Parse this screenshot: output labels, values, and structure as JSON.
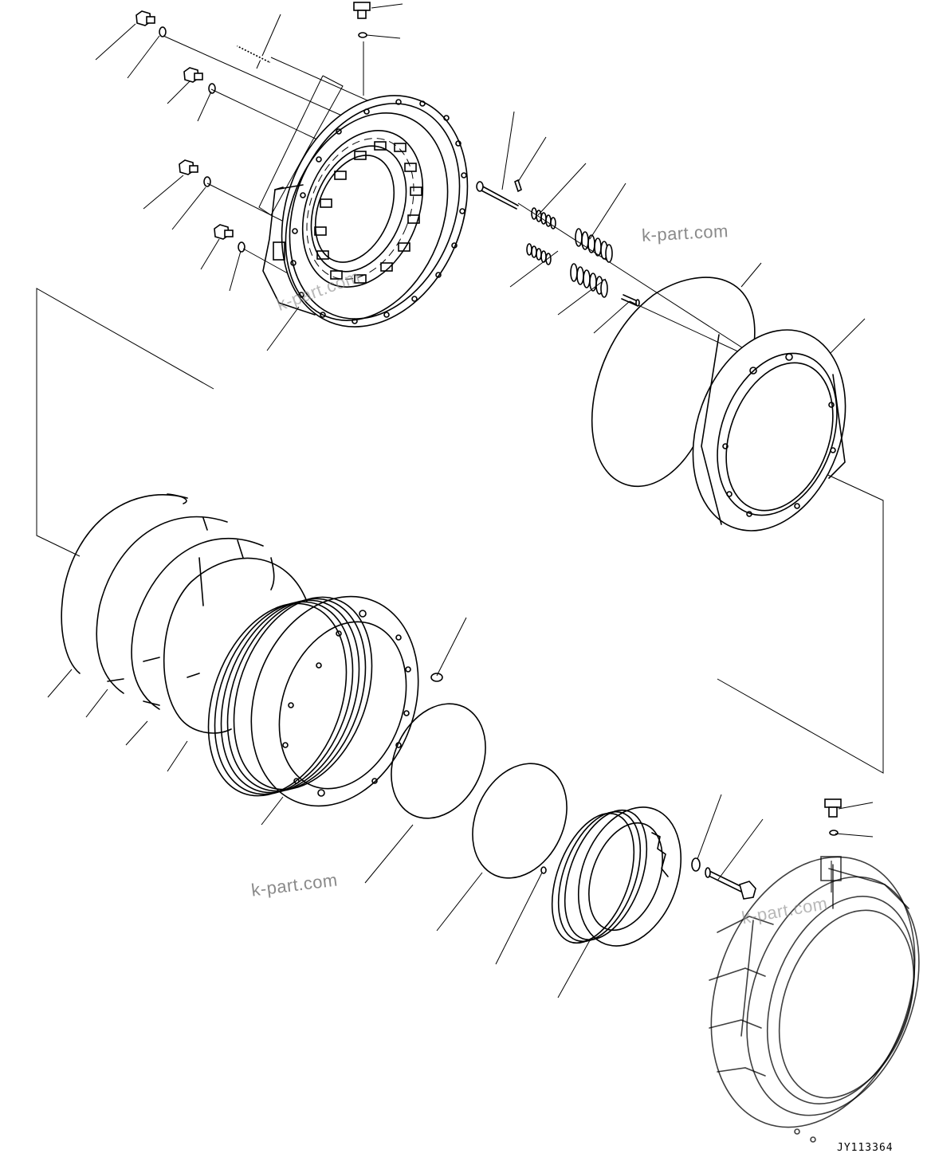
{
  "watermarks": [
    "k-part.com",
    "k-part.com",
    "k-part.com",
    "k-part.com"
  ],
  "drawing_code": "JY113364"
}
